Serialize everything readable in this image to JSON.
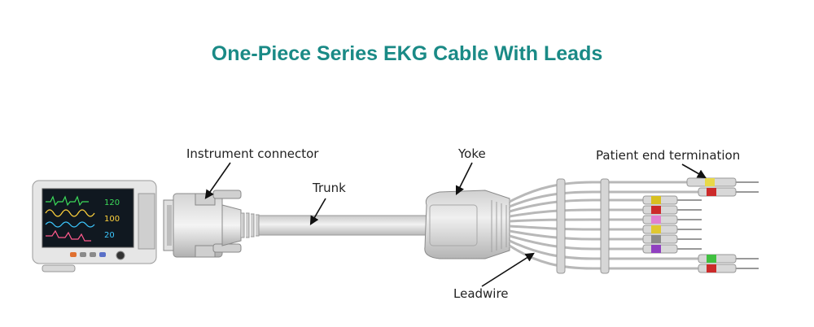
{
  "title": "One-Piece Series EKG Cable With Leads",
  "labels": {
    "instrument_connector": "Instrument connector",
    "trunk": "Trunk",
    "yoke": "Yoke",
    "patient_end_termination": "Patient end termination",
    "leadwire": "Leadwire"
  },
  "monitor_readouts": [
    "120",
    "100",
    "20"
  ],
  "colors": {
    "title": "#1a8a86",
    "lead_markers": [
      "#e8d84a",
      "#cc2a2a",
      "#d8c020",
      "#cc2a2a",
      "#e080d0",
      "#e0c830",
      "#8a8a8a",
      "#9040c0",
      "#40c040"
    ]
  }
}
